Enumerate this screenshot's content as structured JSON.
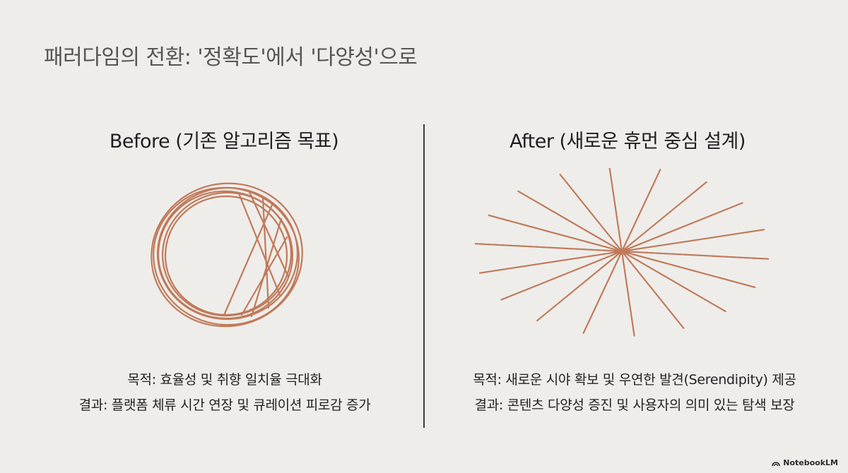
{
  "title": "패러다임의 전환: '정확도'에서 '다양성'으로",
  "before": {
    "heading": "Before (기존 알고리즘 목표)",
    "purpose": "목적: 효율성 및 취향 일치율 극대화",
    "result": "결과: 플랫폼 체류 시간 연장 및 큐레이션 피로감 증가",
    "graphic": "circular-loop-icon"
  },
  "after": {
    "heading": "After (새로운 휴먼 중심 설계)",
    "purpose": "목적: 새로운 시야 확보 및 우연한 발견(Serendipity) 제공",
    "result": "결과: 콘텐츠 다양성 증진 및 사용자의 의미 있는 탐색 보장",
    "graphic": "radiating-lines-icon"
  },
  "watermark": "NotebookLM",
  "colors": {
    "background": "#eeedea",
    "accent": "#c07a5a",
    "divider": "#3a3a3a"
  }
}
